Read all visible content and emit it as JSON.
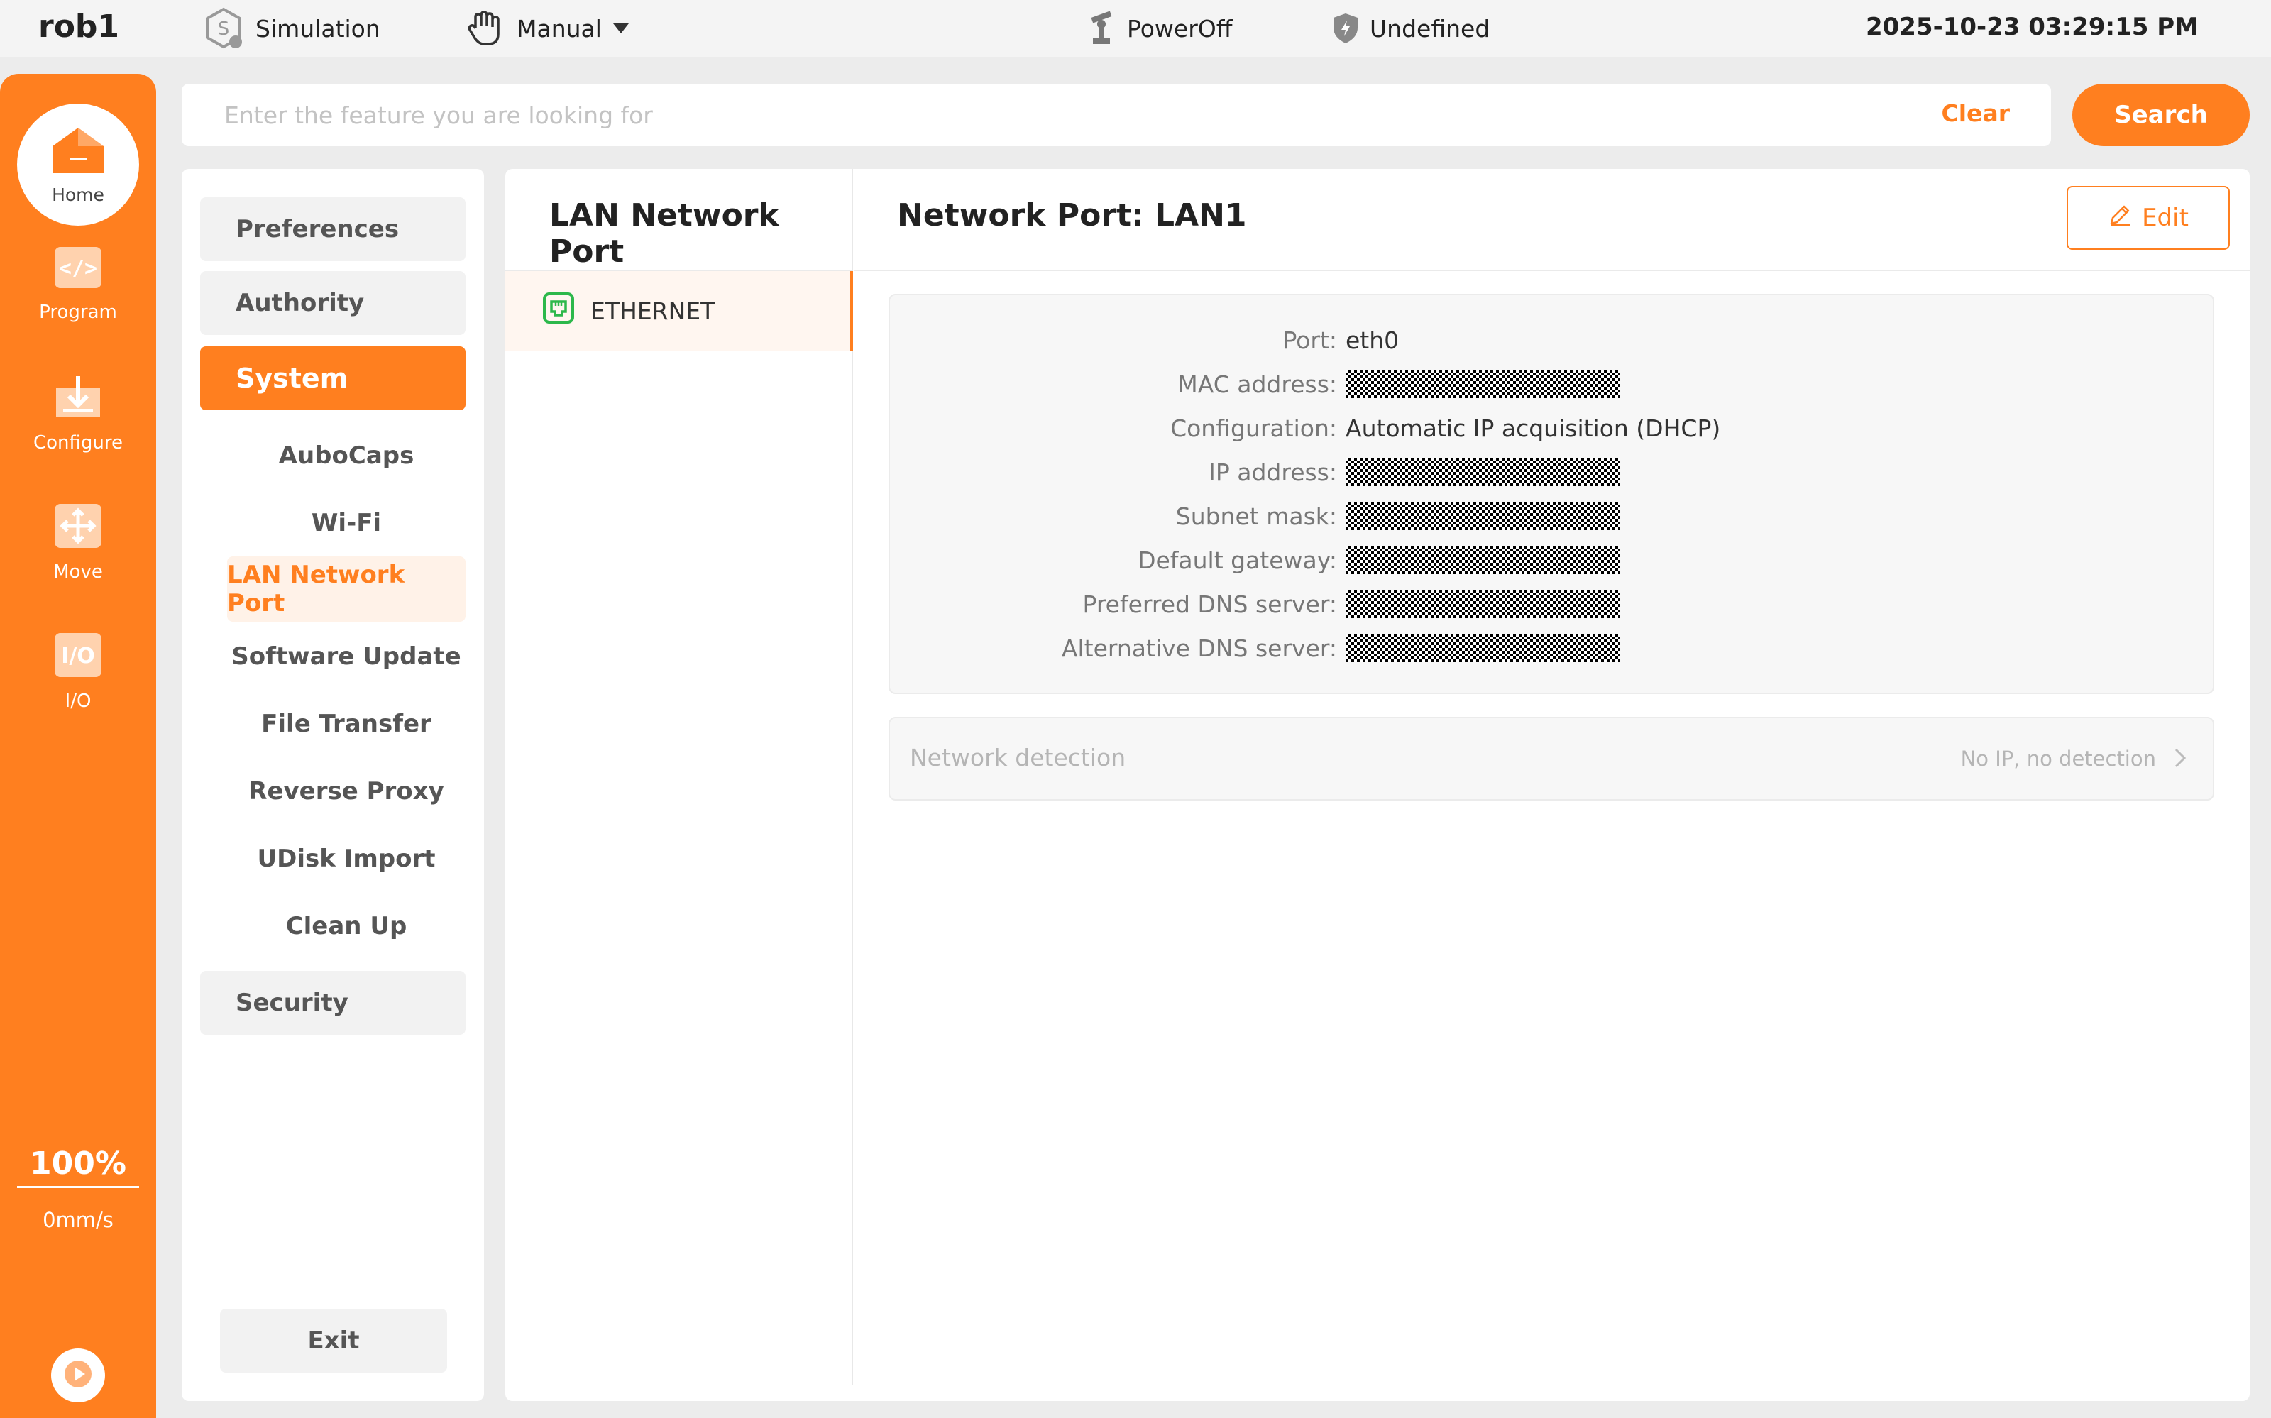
{
  "topbar": {
    "robot_name": "rob1",
    "mode": "Simulation",
    "control": "Manual",
    "power": "PowerOff",
    "safety": "Undefined",
    "datetime": "2025-10-23 03:29:15 PM"
  },
  "rail": {
    "home": "Home",
    "items": [
      "Program",
      "Configure",
      "Move",
      "I/O"
    ],
    "speed_percent": "100%",
    "speed_mms": "0mm/s",
    "status_marks": [
      "?",
      "?",
      "?",
      "?"
    ]
  },
  "search": {
    "placeholder": "Enter the feature you are looking for",
    "clear_label": "Clear",
    "search_label": "Search"
  },
  "nav": {
    "main": [
      "Preferences",
      "Authority",
      "System",
      "Security"
    ],
    "system_items": [
      "AuboCaps",
      "Wi-Fi",
      "LAN Network Port",
      "Software Update",
      "File Transfer",
      "Reverse Proxy",
      "UDisk Import",
      "Clean Up"
    ],
    "exit_label": "Exit"
  },
  "content": {
    "column_title": "LAN Network Port",
    "port_item": "ETHERNET",
    "detail_title": "Network Port: LAN1",
    "edit_label": "Edit",
    "fields": [
      {
        "label": "Port:",
        "value": "eth0",
        "masked": false
      },
      {
        "label": "MAC address:",
        "value": "",
        "masked": true
      },
      {
        "label": "Configuration:",
        "value": "Automatic IP acquisition (DHCP)",
        "masked": false
      },
      {
        "label": "IP address:",
        "value": "",
        "masked": true
      },
      {
        "label": "Subnet mask:",
        "value": "",
        "masked": true
      },
      {
        "label": "Default gateway:",
        "value": "",
        "masked": true
      },
      {
        "label": "Preferred DNS server:",
        "value": "",
        "masked": true
      },
      {
        "label": "Alternative DNS server:",
        "value": "",
        "masked": true
      }
    ],
    "detection_label": "Network detection",
    "detection_status": "No IP, no detection"
  },
  "colors": {
    "accent": "#ff7f1f",
    "accent_light": "#fff2e8",
    "ethernet_icon": "#2db84b"
  }
}
